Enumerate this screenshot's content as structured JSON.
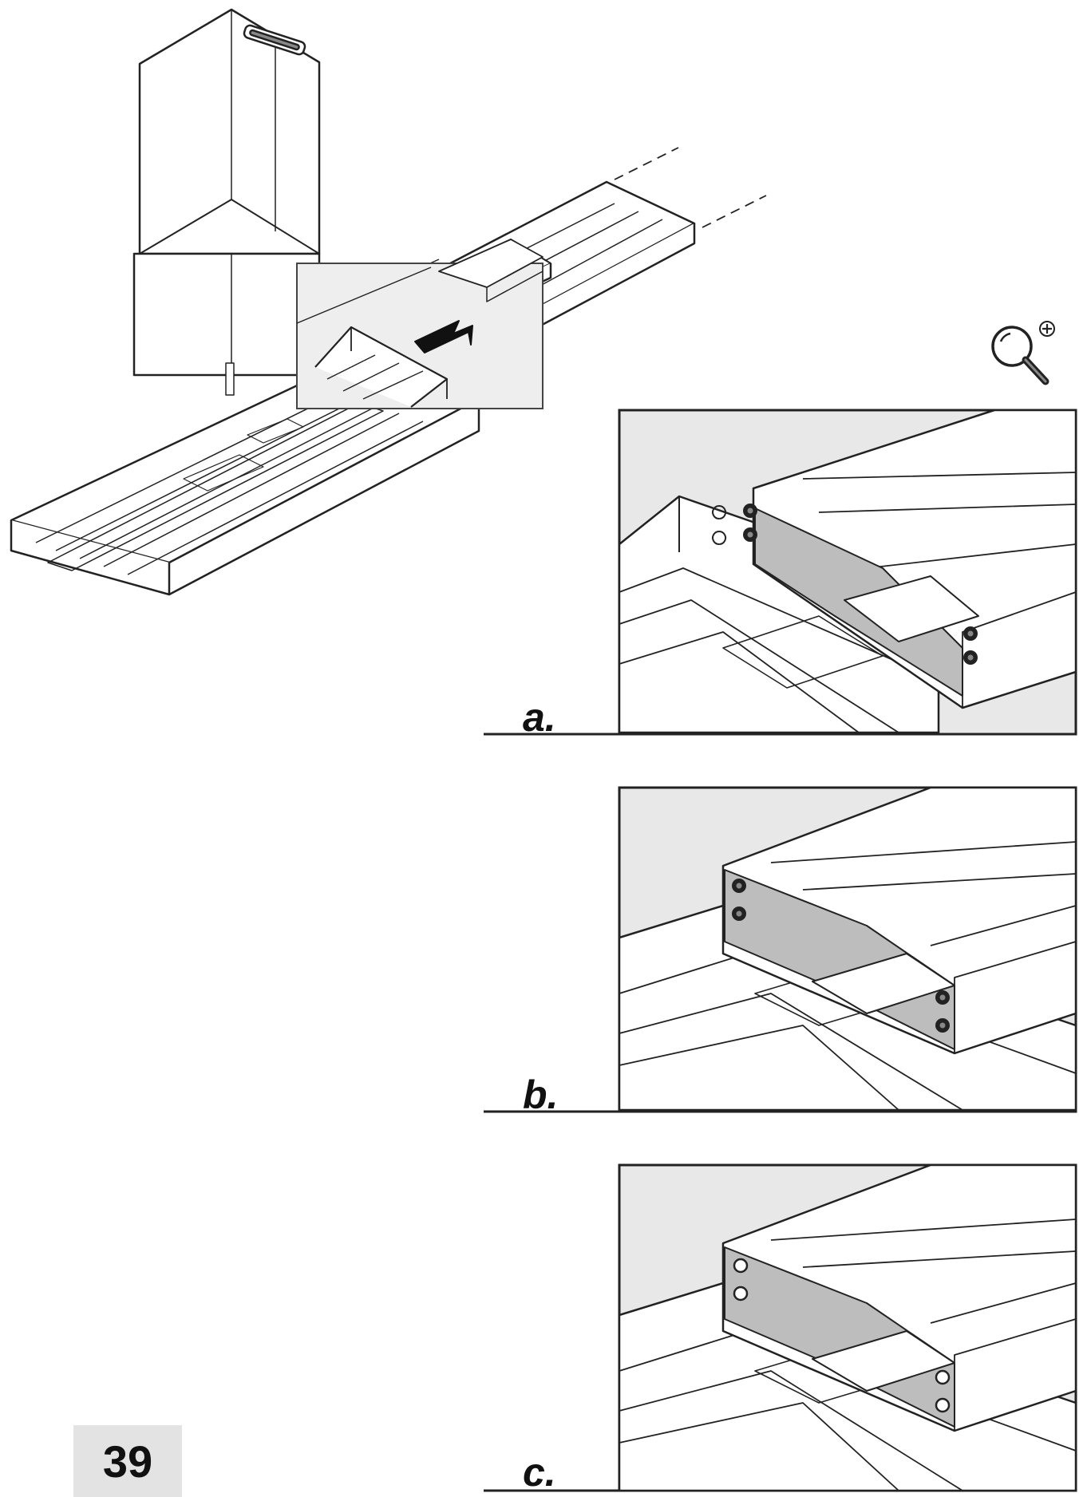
{
  "steps": [
    {
      "label": "a."
    },
    {
      "label": "b."
    },
    {
      "label": "c."
    }
  ],
  "page_number": "39",
  "icons": {
    "zoom": "zoom-in-magnifier-icon",
    "arrow": "slide-direction-arrow-icon"
  },
  "colors": {
    "line": "#222222",
    "panel_bg": "#e8e8e8",
    "bracket": "#bdbdbd",
    "page_box": "#e3e3e3"
  }
}
